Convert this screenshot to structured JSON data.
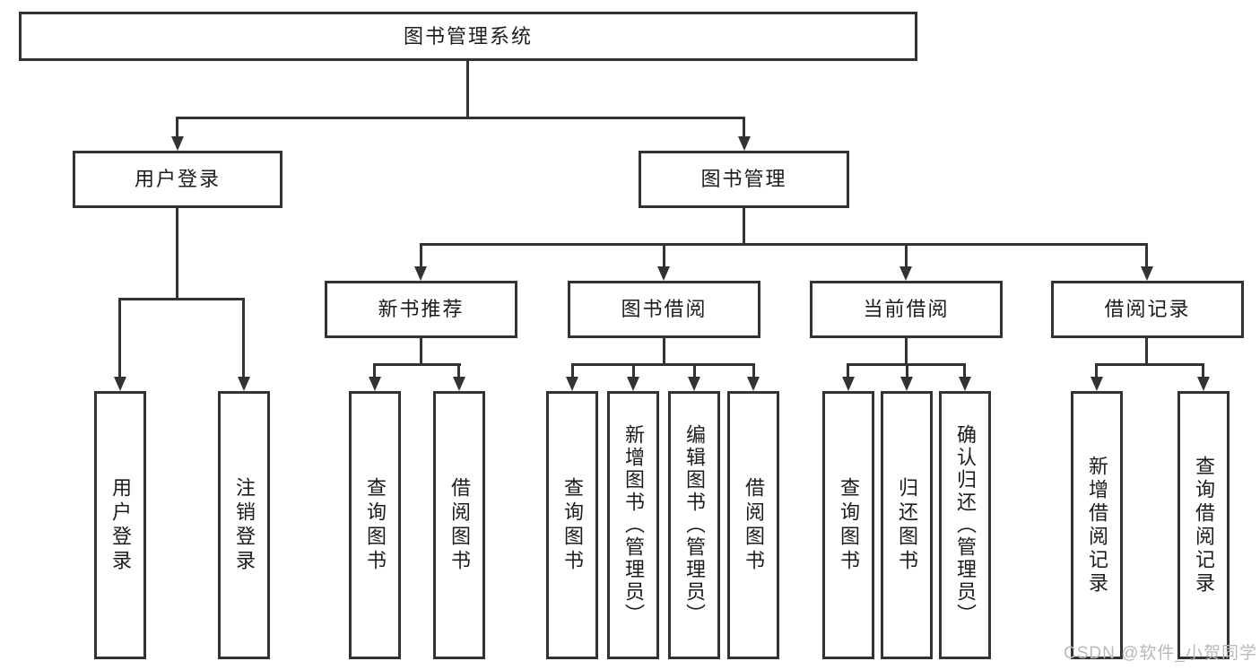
{
  "tree": {
    "label": "图书管理系统",
    "children": [
      {
        "label": "用户登录",
        "children": [
          {
            "label": "用户登录"
          },
          {
            "label": "注销登录"
          }
        ]
      },
      {
        "label": "图书管理",
        "children": [
          {
            "label": "新书推荐",
            "children": [
              {
                "label": "查询图书"
              },
              {
                "label": "借阅图书"
              }
            ]
          },
          {
            "label": "图书借阅",
            "children": [
              {
                "label": "查询图书"
              },
              {
                "label": "新增图书（管理员）"
              },
              {
                "label": "编辑图书（管理员）"
              },
              {
                "label": "借阅图书"
              }
            ]
          },
          {
            "label": "当前借阅",
            "children": [
              {
                "label": "查询图书"
              },
              {
                "label": "归还图书"
              },
              {
                "label": "确认归还（管理员）"
              }
            ]
          },
          {
            "label": "借阅记录",
            "children": [
              {
                "label": "新增借阅记录"
              },
              {
                "label": "查询借阅记录"
              }
            ]
          }
        ]
      }
    ]
  },
  "watermark": "CSDN @软件_小贺同学",
  "colors": {
    "line": "#333333",
    "box_border": "#333333",
    "text": "#1c1c1c",
    "background": "#ffffff",
    "watermark": "#b9b9b9"
  }
}
